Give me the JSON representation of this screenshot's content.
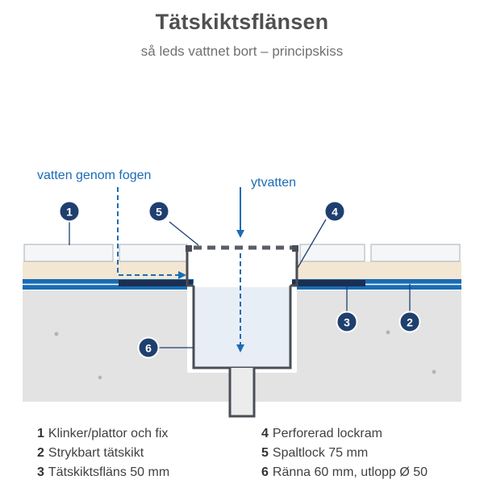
{
  "header": {
    "title": "Tätskiktsflänsen",
    "subtitle": "så leds vattnet bort – principskiss"
  },
  "annotations": {
    "water_joint": "vatten genom fogen",
    "surface_water": "ytvatten"
  },
  "callouts": [
    "1",
    "2",
    "3",
    "4",
    "5",
    "6"
  ],
  "legend": [
    {
      "num": "1",
      "text": "Klinker/plattor och fix"
    },
    {
      "num": "2",
      "text": "Strykbart tätskikt"
    },
    {
      "num": "3",
      "text": "Tätskiktsfläns 50 mm"
    },
    {
      "num": "4",
      "text": "Perforerad lockram"
    },
    {
      "num": "5",
      "text": "Spaltlock 75 mm"
    },
    {
      "num": "6",
      "text": "Ränna 60 mm, utlopp Ø 50"
    }
  ],
  "colors": {
    "accent_blue": "#1a6cb4",
    "badge_navy": "#1f3f6f",
    "concrete": "#e3e3e3",
    "fix_layer": "#f3e7d3",
    "tile": "#f5f6f8",
    "drain_outline": "#4a4e56",
    "water_inside": "#e8eef6"
  }
}
